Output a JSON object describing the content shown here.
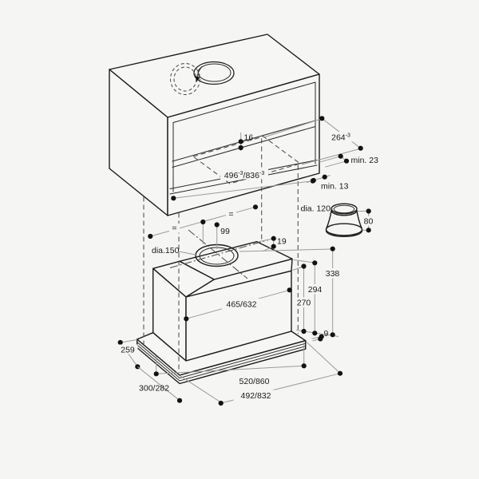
{
  "diagram": {
    "cabinet": {
      "rail_height": "16",
      "cutout_width": {
        "w1": "496",
        "t1": "-3",
        "w2": "/836",
        "t2": "-3"
      },
      "cutout_depth": {
        "v": "264",
        "t": "-3"
      },
      "clearance_back": "min. 23",
      "clearance_front": "min. 13"
    },
    "reducer": {
      "diameter": "dia. 120",
      "height": "80"
    },
    "hood": {
      "centering_left": "=",
      "centering_right": "=",
      "collar_offset": "99",
      "collar_step": "19",
      "collar_diameter": "dia.150",
      "body_width": "465/632",
      "body_height": "270",
      "height_to_plateau": "294",
      "total_height": "338",
      "flange_height": "9",
      "flange_side_depth": "259",
      "depth": "300/282",
      "flange_width": "520/860",
      "body_bottom_width": "492/832"
    }
  }
}
